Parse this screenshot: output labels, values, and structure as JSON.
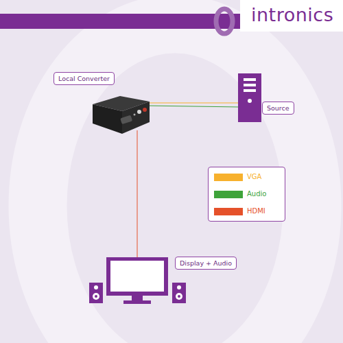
{
  "diagram": {
    "nodes": [
      {
        "text": [
          "Local Converter"
        ]
      },
      {
        "text": [
          "Source"
        ]
      },
      {
        "text": [
          "Display + Audio"
        ]
      }
    ],
    "labels": [
      "intronics"
    ],
    "legend": [
      {
        "text": "VGA",
        "color": "#f7b12d"
      },
      {
        "text": "Audio",
        "color": "#3ea33a"
      },
      {
        "text": "HDMI",
        "color": "#e5512a"
      }
    ]
  }
}
